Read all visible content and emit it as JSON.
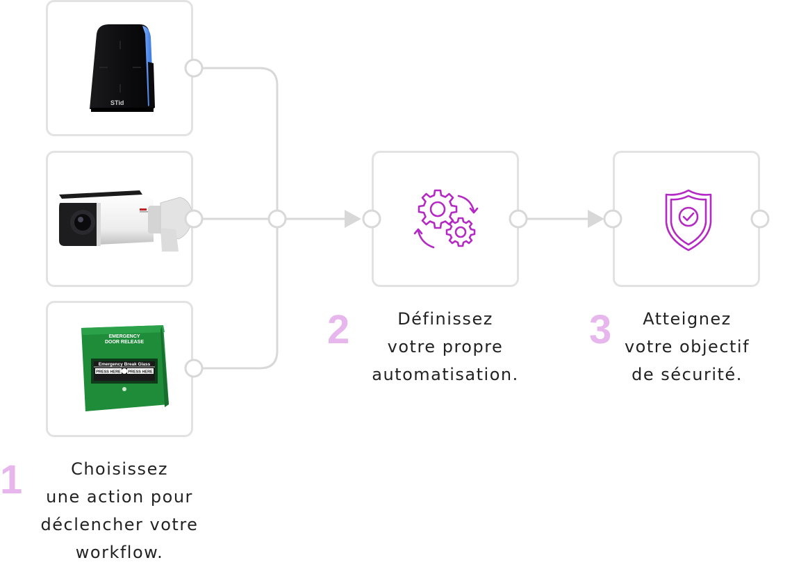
{
  "colors": {
    "accent": "#b429c4",
    "step_number": "#e6b6ec",
    "connector": "#d8d8d8",
    "card_border": "#e2e2e2",
    "text": "#222222"
  },
  "triggers": [
    {
      "device": "badge-reader",
      "brand": "STid"
    },
    {
      "device": "security-camera"
    },
    {
      "device": "emergency-break-glass",
      "title_line1": "EMERGENCY",
      "title_line2": "DOOR RELEASE",
      "panel_label": "Emergency Break Glass",
      "press_left": "PRESS HERE",
      "press_right": "PRESS HERE"
    }
  ],
  "steps": [
    {
      "number": "1",
      "icon": "device-triggers",
      "caption": [
        "Choisissez",
        "une action pour",
        "déclencher votre",
        "workflow."
      ]
    },
    {
      "number": "2",
      "icon": "gears-automation-icon",
      "caption": [
        "Définissez",
        "votre propre",
        "automatisation."
      ]
    },
    {
      "number": "3",
      "icon": "shield-check-icon",
      "caption": [
        "Atteignez",
        "votre objectif",
        "de sécurité."
      ]
    }
  ]
}
